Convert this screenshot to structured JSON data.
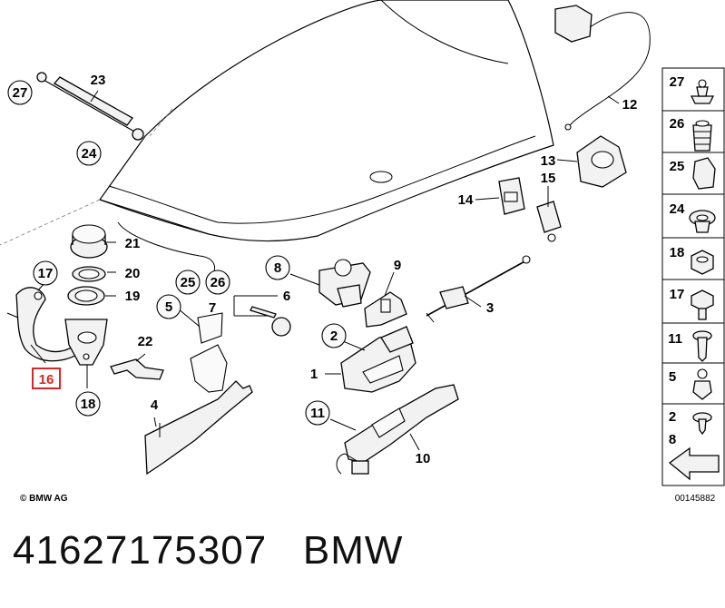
{
  "callouts": {
    "c1": "1",
    "c2": "2",
    "c3": "3",
    "c4": "4",
    "c5": "5",
    "c6": "6",
    "c7": "7",
    "c8": "8",
    "c9": "9",
    "c10": "10",
    "c11": "11",
    "c12": "12",
    "c13": "13",
    "c14": "14",
    "c15": "15",
    "c16": "16",
    "c17": "17",
    "c18": "18",
    "c19": "19",
    "c20": "20",
    "c21": "21",
    "c22": "22",
    "c23": "23",
    "c24": "24",
    "c25": "25",
    "c26": "26",
    "c27": "27"
  },
  "side_panel": {
    "labels": [
      "27",
      "26",
      "25",
      "24",
      "18",
      "17",
      "11",
      "5",
      "2",
      "8"
    ]
  },
  "copyright": "© BMW AG",
  "diagram_code": "00145882",
  "caption": "41627175307   BMW",
  "colors": {
    "highlight": "#d62828",
    "line": "#000000",
    "part_fill": "#f2f2f2"
  }
}
